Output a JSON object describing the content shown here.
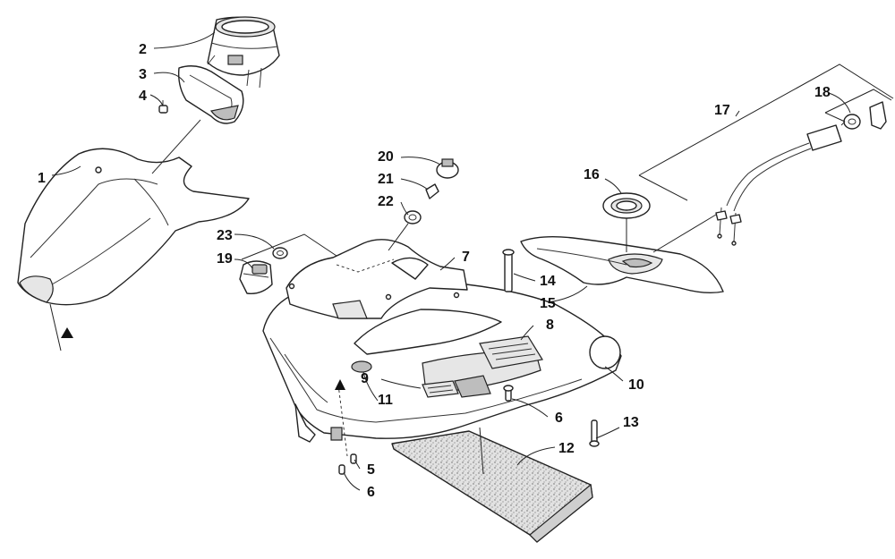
{
  "callouts": [
    {
      "id": "c1",
      "label": "1"
    },
    {
      "id": "c2",
      "label": "2"
    },
    {
      "id": "c3",
      "label": "3"
    },
    {
      "id": "c4",
      "label": "4"
    },
    {
      "id": "c5",
      "label": "5"
    },
    {
      "id": "c6a",
      "label": "6"
    },
    {
      "id": "c6b",
      "label": "6"
    },
    {
      "id": "c7",
      "label": "7"
    },
    {
      "id": "c8",
      "label": "8"
    },
    {
      "id": "c9",
      "label": "9"
    },
    {
      "id": "c10",
      "label": "10"
    },
    {
      "id": "c11",
      "label": "11"
    },
    {
      "id": "c12",
      "label": "12"
    },
    {
      "id": "c13",
      "label": "13"
    },
    {
      "id": "c14",
      "label": "14"
    },
    {
      "id": "c15",
      "label": "15"
    },
    {
      "id": "c16",
      "label": "16"
    },
    {
      "id": "c17",
      "label": "17"
    },
    {
      "id": "c18",
      "label": "18"
    },
    {
      "id": "c19",
      "label": "19"
    },
    {
      "id": "c20",
      "label": "20"
    },
    {
      "id": "c21",
      "label": "21"
    },
    {
      "id": "c22",
      "label": "22"
    },
    {
      "id": "c23",
      "label": "23"
    }
  ]
}
